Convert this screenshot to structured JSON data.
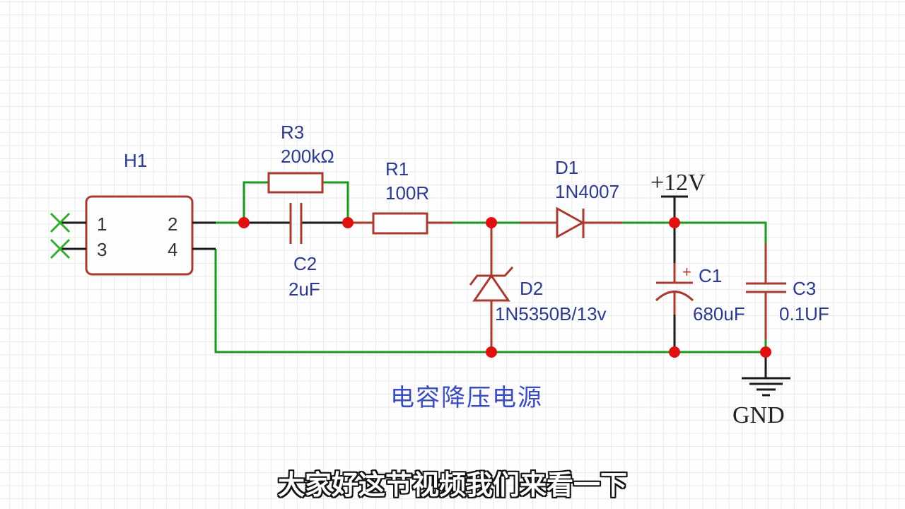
{
  "diagram": {
    "title": "电容降压电源",
    "subtitle": "大家好这节视频我们来看一下",
    "colors": {
      "wire": "#1a9a1a",
      "component": "#a83a30",
      "pin": "#1a1a1a",
      "junction": "#e01010",
      "label": "#2b3a8c",
      "title": "#3a4cc0"
    },
    "components": {
      "h1": {
        "ref": "H1",
        "pins": [
          "1",
          "3",
          "2",
          "4"
        ]
      },
      "r3": {
        "ref": "R3",
        "value": "200kΩ"
      },
      "c2": {
        "ref": "C2",
        "value": "2uF"
      },
      "r1": {
        "ref": "R1",
        "value": "100R"
      },
      "d1": {
        "ref": "D1",
        "value": "1N4007"
      },
      "d2": {
        "ref": "D2",
        "value": "1N5350B/13v"
      },
      "c1": {
        "ref": "C1",
        "value": "680uF",
        "polarity": "+"
      },
      "c3": {
        "ref": "C3",
        "value": "0.1UF"
      },
      "vcc": {
        "label": "+12V"
      },
      "gnd": {
        "label": "GND"
      }
    }
  }
}
